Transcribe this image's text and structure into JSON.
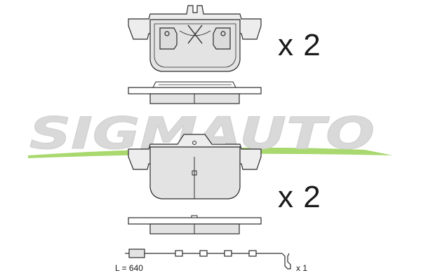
{
  "brand": {
    "name": "SIGMAUTO",
    "text_color": "#d9d9d9",
    "swoosh_color": "#a8d86e"
  },
  "pad_set_top": {
    "quantity_label": "x 2"
  },
  "pad_set_bottom": {
    "quantity_label": "x 2"
  },
  "wear_sensor": {
    "length_label": "L = 640",
    "quantity_label": "x 1"
  },
  "colors": {
    "pad_fill": "#e3e3e3",
    "outline": "#2b2b2b"
  }
}
